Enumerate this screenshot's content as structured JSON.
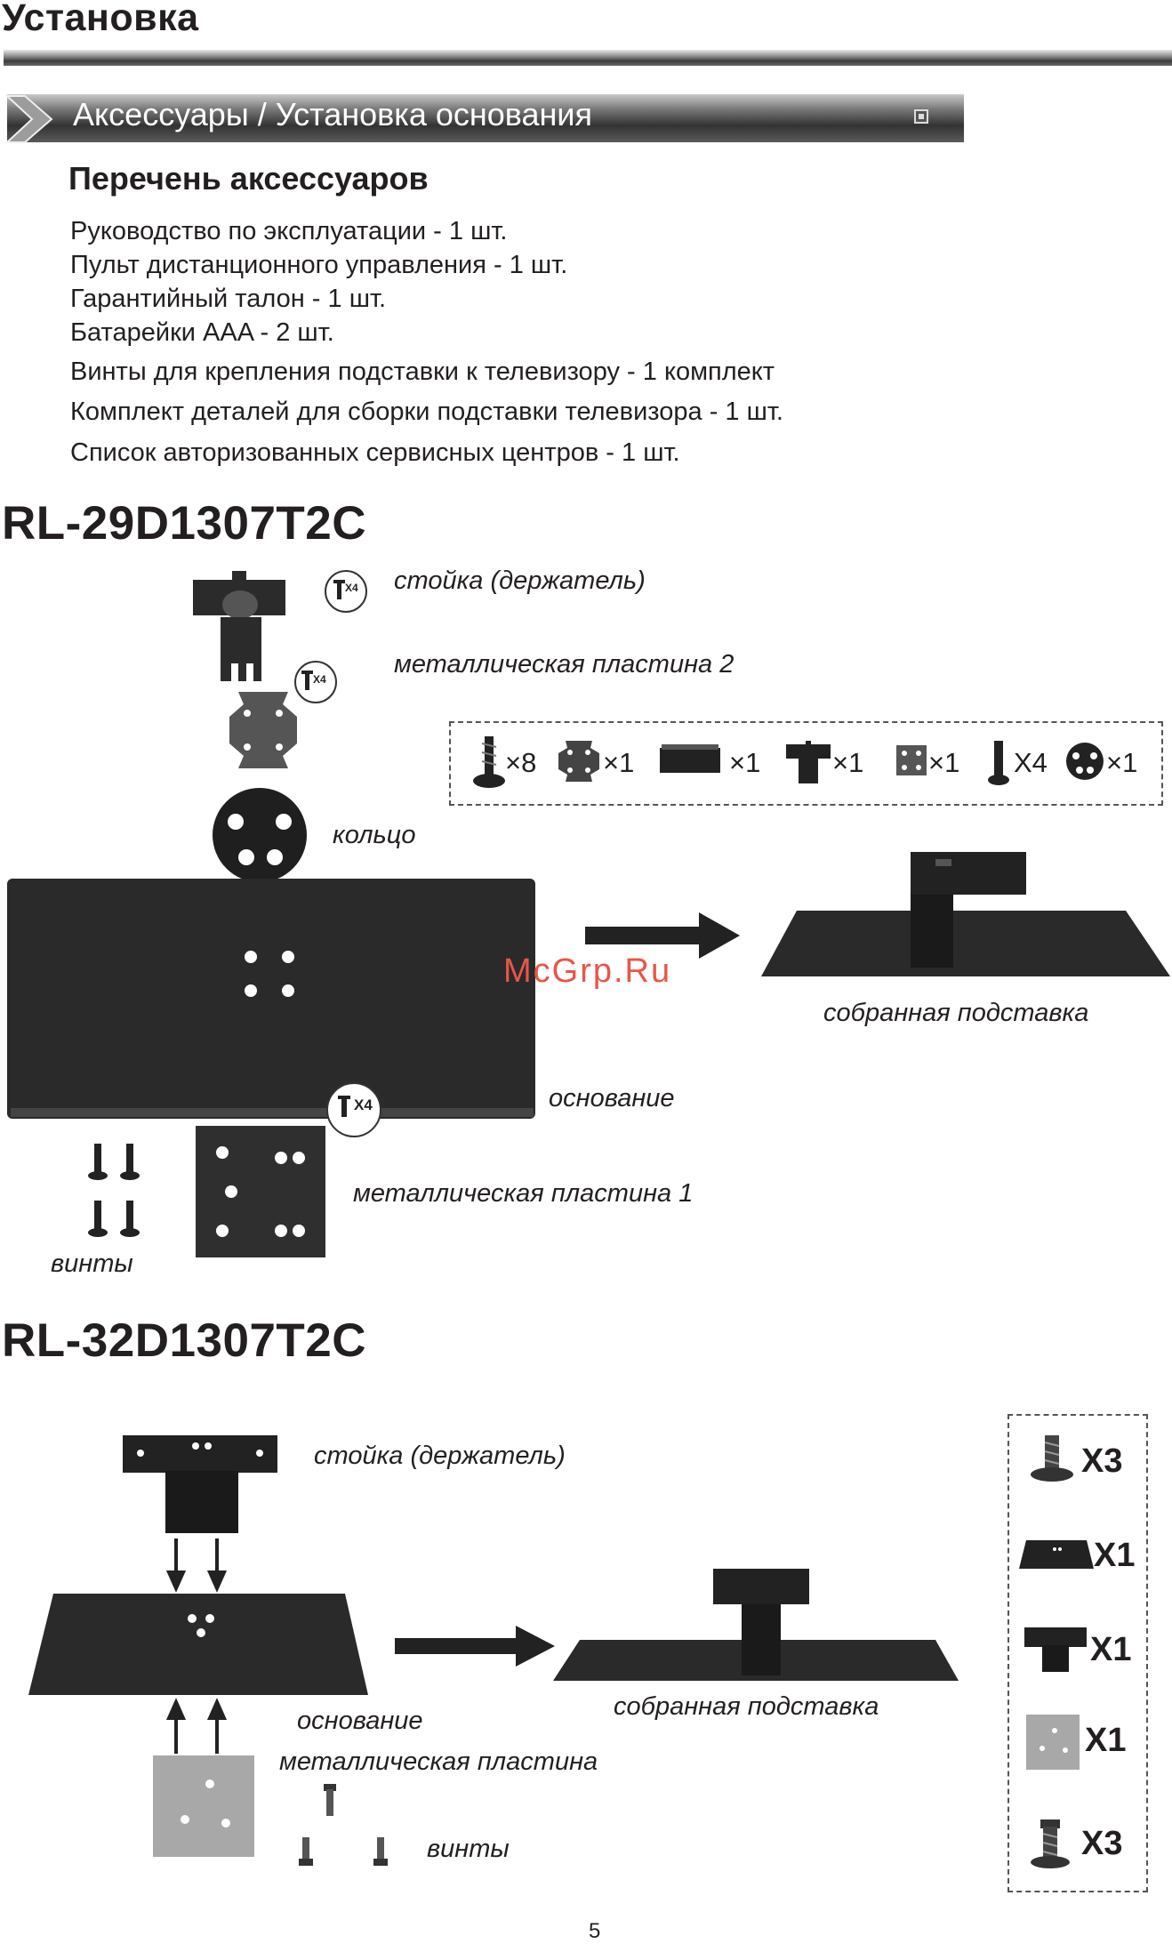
{
  "page": {
    "title": "Установка",
    "section_title": "Аксессуары / Установка основания",
    "page_number": "5",
    "watermark": "McGrp.Ru"
  },
  "accessories": {
    "heading": "Перечень аксессуаров",
    "items": [
      "Руководство по эксплуатации - 1 шт.",
      "Пульт дистанционного управления - 1 шт.",
      "Гарантийный талон - 1 шт.",
      "Батарейки AAA - 2 шт.",
      "Винты для крепления подставки к телевизору - 1 комплект",
      "Комплект деталей для сборки подставки телевизора - 1 шт.",
      "Список авторизованных сервисных центров - 1 шт."
    ]
  },
  "model_29": {
    "name": "RL-29D1307T2C",
    "labels": {
      "stand_holder": "стойка (держатель)",
      "metal_plate_2": "металлическая пластина 2",
      "ring": "кольцо",
      "assembled": "собранная подставка",
      "base": "основание",
      "metal_plate_1": "металлическая пластина 1",
      "screws": "винты"
    },
    "callouts": [
      "X4",
      "X4",
      "X4"
    ],
    "parts_counts": [
      "×8",
      "×1",
      "×1",
      "×1",
      "×1",
      "X4",
      "×1"
    ]
  },
  "model_32": {
    "name": "RL-32D1307T2C",
    "labels": {
      "stand_holder": "стойка (держатель)",
      "base": "основание",
      "metal_plate": "металлическая пластина",
      "assembled": "собранная подставка",
      "screws": "винты"
    },
    "parts_counts": [
      "X3",
      "X1",
      "X1",
      "X1",
      "X3"
    ]
  }
}
